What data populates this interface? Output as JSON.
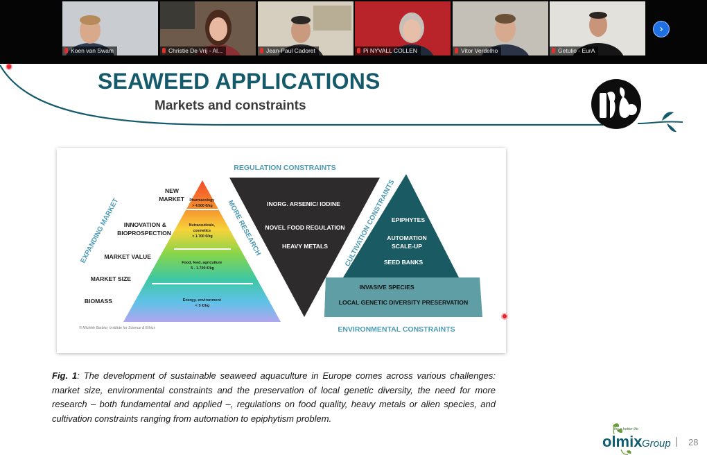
{
  "call": {
    "participants": [
      {
        "name": "Koen van Swam",
        "bg": "#c9ccd0",
        "skin": "#d9a98b",
        "hair": "#b68a5a",
        "shirt": "#2f3d52"
      },
      {
        "name": "Christie De Vrij - Al...",
        "bg": "#6d5a4a",
        "skin": "#e8b9a0",
        "hair": "#4a2a1c",
        "shirt": "#8a2f33"
      },
      {
        "name": "Jean-Paul Cadoret",
        "bg": "#d6cfbf",
        "skin": "#c99a7e",
        "hair": "#2a2724",
        "shirt": "#2c2c30"
      },
      {
        "name": "Pi NYVALL COLLEN",
        "bg": "#b9242a",
        "skin": "#e7bfa8",
        "hair": "#c6c0b8",
        "shirt": "#1f2a3a"
      },
      {
        "name": "Vitor Verdelho",
        "bg": "#c4c0b8",
        "skin": "#d7a98e",
        "hair": "#6a5037",
        "shirt": "#2b3446"
      },
      {
        "name": "Getulio - EurA",
        "bg": "#e3e1dc",
        "skin": "#c8957a",
        "hair": "#2b2522",
        "shirt": "#161616"
      }
    ],
    "next_icon": "›"
  },
  "slide": {
    "title": "SEAWEED APPLICATIONS",
    "subtitle": "Markets and constraints",
    "colors": {
      "title": "#145a6a",
      "curve": "#145a6a",
      "pointer": "#e32431"
    }
  },
  "figure": {
    "regulation_title": "REGULATION CONSTRAINTS",
    "environmental_title": "ENVIRONMENTAL CONSTRAINTS",
    "expanding_market": "EXPANDING MARKET",
    "more_research": "MORE RESEARCH",
    "cultivation_constraints": "CULTIVATION CONSTRAINTS",
    "market_levels": [
      "NEW",
      "MARKET",
      "INNOVATION &",
      "BIOPROSPECTION",
      "MARKET VALUE",
      "MARKET SIZE",
      "BIOMASS"
    ],
    "pyramid_tiers": [
      {
        "line1": "Pharmacology",
        "line2": "> 4.500 €/kg"
      },
      {
        "line1": "Nutraceuticals,",
        "line2": "cosmetics",
        "line3": "> 1.700 €/kg"
      },
      {
        "line1": "Food, feed, agriculture",
        "line2": "5 - 1.700 €/kg"
      },
      {
        "line1": "Energy, environment",
        "line2": "< 5 €/kg"
      }
    ],
    "regulation_items": [
      "INORG. ARSENIC/ IODINE",
      "NOVEL FOOD REGULATION",
      "HEAVY METALS"
    ],
    "cultivation_items": [
      "EPIPHYTES",
      "AUTOMATION",
      "SCALE-UP",
      "SEED BANKS"
    ],
    "environmental_items": [
      "INVASIVE SPECIES",
      "LOCAL GENETIC DIVERSITY PRESERVATION"
    ],
    "credit": "© Michèle Barbier, Institute for Science & Ethics"
  },
  "caption": {
    "label": "Fig. 1",
    "text": ": The development of sustainable seaweed aquaculture in Europe comes across various challenges: market size, environmental constraints and the preservation of local genetic diversity, the need for more research – both fundamental and applied –, regulations on food quality, heavy metals or alien species, and cultivation constraints ranging from automation to epiphytism problem."
  },
  "footer": {
    "tagline": "for a better life",
    "brand": "olmix",
    "brand_suffix": "Group",
    "separator": "|",
    "page_number": "28"
  }
}
